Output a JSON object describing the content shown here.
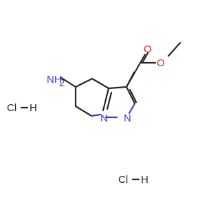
{
  "molecule": {
    "labels": {
      "amine": "NH",
      "amine_h_sub": "2",
      "ring_n1": "N",
      "ring_n2": "N",
      "carbonyl_o": "O",
      "ester_o": "O"
    },
    "salts": [
      {
        "label": "Cl",
        "h": "H"
      },
      {
        "label": "Cl",
        "h": "H"
      }
    ]
  },
  "colors": {
    "nitrogen": "#3b3bd6",
    "oxygen": "#e02020",
    "carbon_bond": "#262626"
  }
}
